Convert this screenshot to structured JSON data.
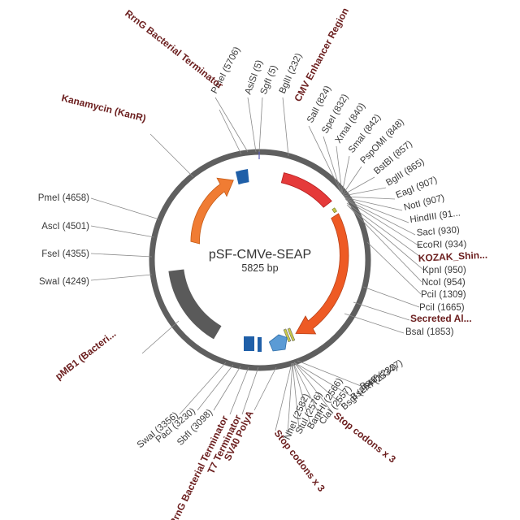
{
  "plasmid": {
    "name": "pSF-CMVe-SEAP",
    "size": "5825 bp"
  },
  "colors": {
    "backbone": "#5f5f5f",
    "kanr": "#f07c33",
    "cmv": "#e53a3a",
    "seap": "#ee5a24",
    "origin": "#5a5a5a",
    "terminator": "#1f5fa8",
    "sv40": "#5b9bd5",
    "kozak": "#c8c84a",
    "label": "#333333",
    "feature_label": "#6b1e1e"
  },
  "site_labels": [
    "PmeI (5706)",
    "AsiSI (5)",
    "SgfI (5)",
    "BglII (232)",
    "SalI (824)",
    "SpeI (832)",
    "XmaI (840)",
    "SmaI (842)",
    "PspOMI (848)",
    "BstBI (857)",
    "BglII (865)",
    "EagI (907)",
    "NotI (907)",
    "HindIII (91...",
    "SacI (930)",
    "EcoRI (934)",
    "KpnI (950)",
    "NcoI (954)",
    "PciI (1309)",
    "PciI (1665)",
    "BsaI (1853)",
    "BsaI (2337)",
    "BseRI (2534)",
    "BsgI (2540)",
    "ClaI (2557)",
    "BamHI (2566)",
    "StuI (2576)",
    "NheI (2582)",
    "SwaI (3356)",
    "PacI (3230)",
    "SbfI (3098)",
    "PmeI (4658)",
    "AscI (4501)",
    "FseI (4355)",
    "SwaI (4249)"
  ],
  "feature_labels": [
    "RrnG Bacterial Terminator",
    "CMV Enhancer Region",
    "Kanamycin (KanR)",
    "KOZAK_Shin...",
    "Secreted Al...",
    "Stop codons x 3",
    "pMB1 (Bacteri...",
    "Stop codons x 3",
    "RrnG Bacterial Terminator",
    "T7 Terminator",
    "SV40 PolyA"
  ]
}
